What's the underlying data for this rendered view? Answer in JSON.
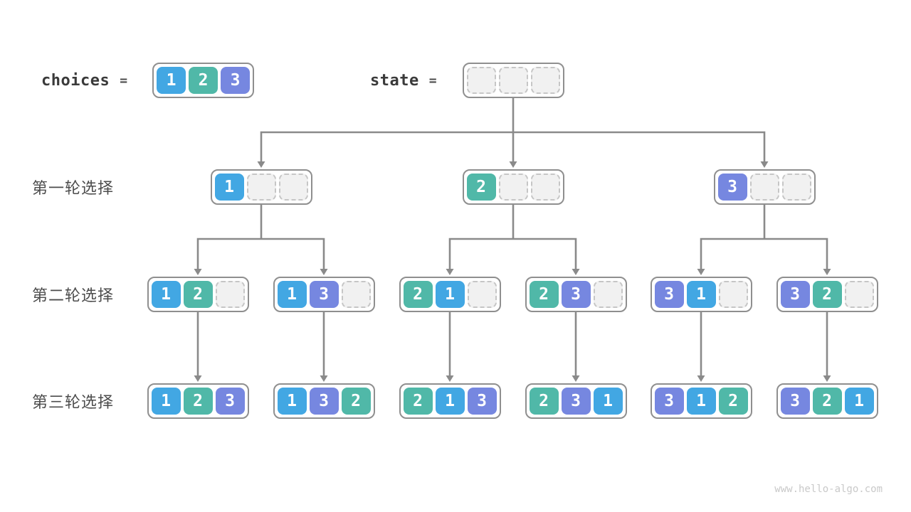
{
  "diagram": {
    "type": "permutation-backtracking-tree",
    "colors": {
      "1": "#42a7e3",
      "2": "#50b8a8",
      "3": "#7687e0"
    },
    "line_color": "#8a8a8a",
    "header": {
      "choices_label": "choices",
      "equals_sign": "=",
      "choices_cells": [
        "1",
        "2",
        "3"
      ],
      "state_label": "state",
      "state_cells": [
        null,
        null,
        null
      ]
    },
    "rounds": [
      {
        "label": "第一轮选择",
        "boxes": [
          [
            "1",
            null,
            null
          ],
          [
            "2",
            null,
            null
          ],
          [
            "3",
            null,
            null
          ]
        ]
      },
      {
        "label": "第二轮选择",
        "boxes": [
          [
            "1",
            "2",
            null
          ],
          [
            "1",
            "3",
            null
          ],
          [
            "2",
            "1",
            null
          ],
          [
            "2",
            "3",
            null
          ],
          [
            "3",
            "1",
            null
          ],
          [
            "3",
            "2",
            null
          ]
        ]
      },
      {
        "label": "第三轮选择",
        "boxes": [
          [
            "1",
            "2",
            "3"
          ],
          [
            "1",
            "3",
            "2"
          ],
          [
            "2",
            "1",
            "3"
          ],
          [
            "2",
            "3",
            "1"
          ],
          [
            "3",
            "1",
            "2"
          ],
          [
            "3",
            "2",
            "1"
          ]
        ]
      }
    ],
    "footer": {
      "watermark": "www.hello-algo.com"
    }
  }
}
